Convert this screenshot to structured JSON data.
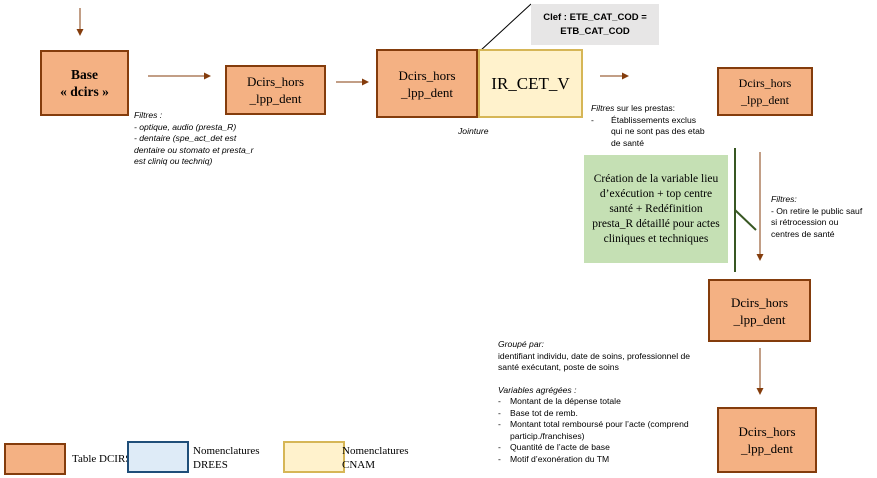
{
  "boxes": {
    "base": "Base\n« dcirs »",
    "dcirs1": "Dcirs_hors\n_lpp_dent",
    "dcirs2": "Dcirs_hors\n_lpp_dent",
    "ir_cet": "IR_CET_V",
    "dcirs3": "Dcirs_hors\n_lpp_dent",
    "dcirs4": "Dcirs_hors\n_lpp_dent",
    "dcirs5": "Dcirs_hors\n_lpp_dent"
  },
  "clef": "Clef : ETE_CAT_COD =\nETB_CAT_COD",
  "jointure": "Jointure",
  "filters_1": {
    "title": "Filtres :",
    "items": [
      "- optique, audio (presta_R)",
      "- dentaire (spe_act_det est\ndentaire ou stomato et presta_r\nest cliniq ou techniq)"
    ]
  },
  "filters_2": {
    "title_italic": "Filtres",
    "title_rest": " sur les prestas:",
    "items": [
      "Établissements exclus qui ne sont pas des etab de santé"
    ]
  },
  "green_box": "Création de la variable lieu d’exécution + top centre santé + Redéfinition presta_R détaillé pour actes cliniques et techniques",
  "filters_3": {
    "title": "Filtres:",
    "items": [
      "- On retire le public sauf\nsi rétrocession ou\ncentres de santé"
    ]
  },
  "group": {
    "title": "Groupé par:",
    "text": "identifiant individu, date de soins, professionnel de santé exécutant, poste de soins",
    "agg_title": "Variables agrégées :",
    "agg_items": [
      "Montant de la dépense totale",
      "Base tot de remb.",
      "Montant total remboursé pour l’acte (comprend particip./franchises)",
      "Quantité de l’acte de base",
      "Motif d’exonération du TM"
    ]
  },
  "legend": {
    "dcirs": "Table DCIRS",
    "drees": "Nomenclatures\nDREES",
    "cnam": "Nomenclatures\nCNAM"
  },
  "colors": {
    "dcirs_fill": "#f4b183",
    "dcirs_border": "#843c0c",
    "cnam_fill": "#fff2cc",
    "cnam_border": "#d6b656",
    "drees_fill": "#deebf7",
    "drees_border": "#1f4e79",
    "green_fill": "#c5e0b4",
    "green_line": "#385723",
    "arrow": "#843c0c",
    "clef_fill": "#e7e6e6"
  }
}
